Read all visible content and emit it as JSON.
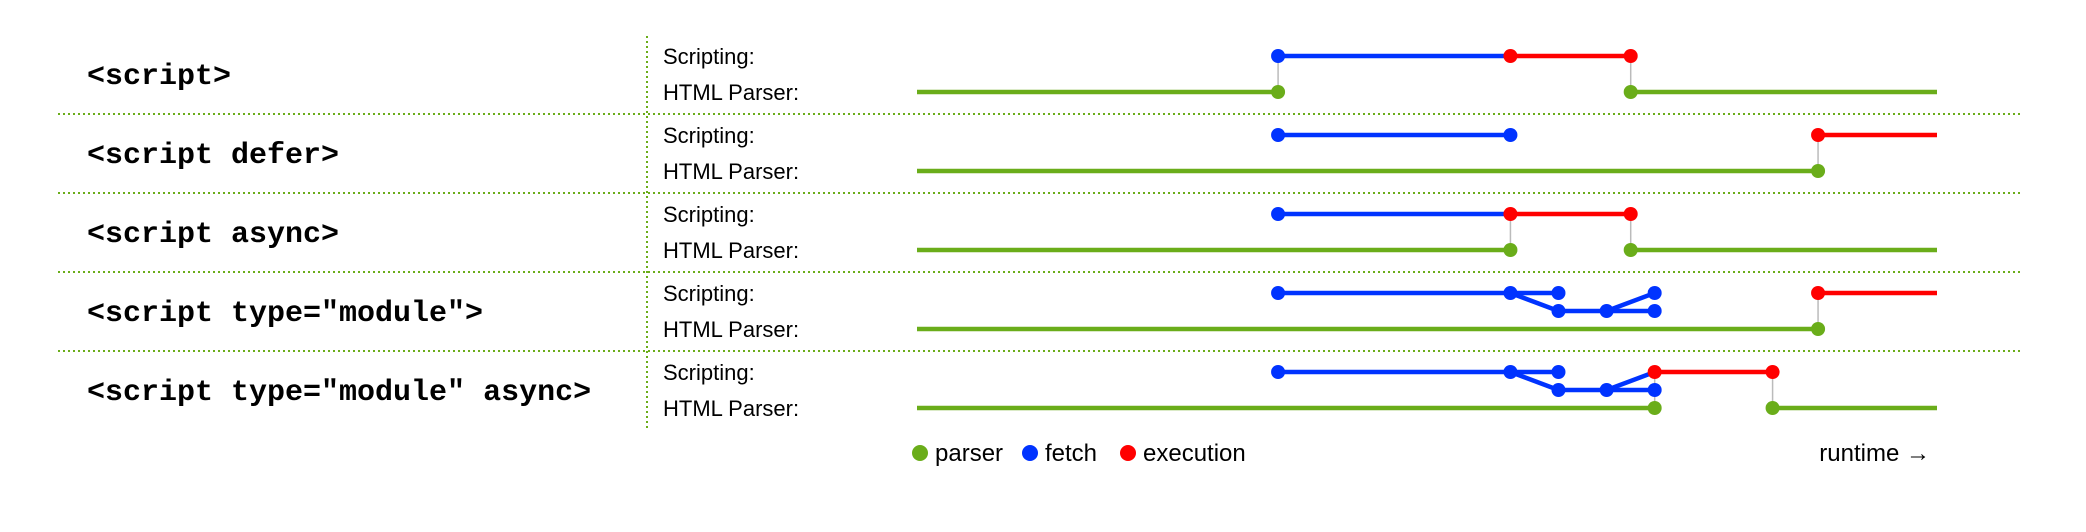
{
  "lane_labels": {
    "scripting": "Scripting:",
    "parser": "HTML Parser:"
  },
  "colors": {
    "parser": "#6aad1a",
    "fetch": "#0033ff",
    "execution": "#ff0000",
    "connector": "#bbbbbb",
    "separator": "#6aad1a"
  },
  "rows": [
    {
      "label": "<script>",
      "parser_segments": [
        [
          0,
          0.354
        ],
        [
          0.6997,
          1
        ]
      ],
      "fetch_segments": [
        [
          0.354,
          0.5818
        ]
      ],
      "fetch_branch": null,
      "execution_segments": [
        [
          0.5818,
          0.6997
        ]
      ],
      "connectors": [
        0.354,
        0.6997
      ],
      "parser_dots": [
        0.354,
        0.6997
      ],
      "fetch_dots": [
        0.354
      ],
      "execution_dots": [
        0.5818,
        0.6997
      ]
    },
    {
      "label": "<script defer>",
      "parser_segments": [
        [
          0,
          0.8834
        ]
      ],
      "fetch_segments": [
        [
          0.354,
          0.5818
        ]
      ],
      "fetch_branch": null,
      "execution_segments": [
        [
          0.8834,
          1
        ]
      ],
      "connectors": [
        0.8834
      ],
      "parser_dots": [
        0.8834
      ],
      "fetch_dots": [
        0.354,
        0.5818
      ],
      "execution_dots": [
        0.8834
      ]
    },
    {
      "label": "<script async>",
      "parser_segments": [
        [
          0,
          0.5818
        ],
        [
          0.6997,
          1
        ]
      ],
      "fetch_segments": [
        [
          0.354,
          0.5818
        ]
      ],
      "fetch_branch": null,
      "execution_segments": [
        [
          0.5818,
          0.6997
        ]
      ],
      "connectors": [
        0.5818,
        0.6997
      ],
      "parser_dots": [
        0.5818,
        0.6997
      ],
      "fetch_dots": [
        0.354
      ],
      "execution_dots": [
        0.5818,
        0.6997
      ]
    },
    {
      "label": "<script type=\"module\">",
      "parser_segments": [
        [
          0,
          0.8834
        ]
      ],
      "fetch_segments": [
        [
          0.354,
          0.5818
        ]
      ],
      "fetch_branch": {
        "split": 0.5818,
        "a": 0.6289,
        "b": 0.6761,
        "end": 0.7232
      },
      "execution_segments": [
        [
          0.8834,
          1
        ]
      ],
      "connectors": [
        0.8834
      ],
      "parser_dots": [
        0.8834
      ],
      "fetch_dots": [
        0.354
      ],
      "execution_dots": [
        0.8834
      ]
    },
    {
      "label": "<script type=\"module\" async>",
      "parser_segments": [
        [
          0,
          0.7232
        ],
        [
          0.8388,
          1
        ]
      ],
      "fetch_segments": [
        [
          0.354,
          0.5818
        ]
      ],
      "fetch_branch": {
        "split": 0.5818,
        "a": 0.6289,
        "b": 0.6761,
        "end": 0.7232
      },
      "execution_segments": [
        [
          0.7232,
          0.8388
        ]
      ],
      "connectors": [
        0.7232,
        0.8388
      ],
      "parser_dots": [
        0.7232,
        0.8388
      ],
      "fetch_dots": [
        0.354
      ],
      "execution_dots": [
        0.7232,
        0.8388
      ]
    }
  ],
  "legend": {
    "items": [
      {
        "label": "parser",
        "color": "#6aad1a"
      },
      {
        "label": "fetch",
        "color": "#0033ff"
      },
      {
        "label": "execution",
        "color": "#ff0000"
      }
    ],
    "axis_label": "runtime →"
  }
}
